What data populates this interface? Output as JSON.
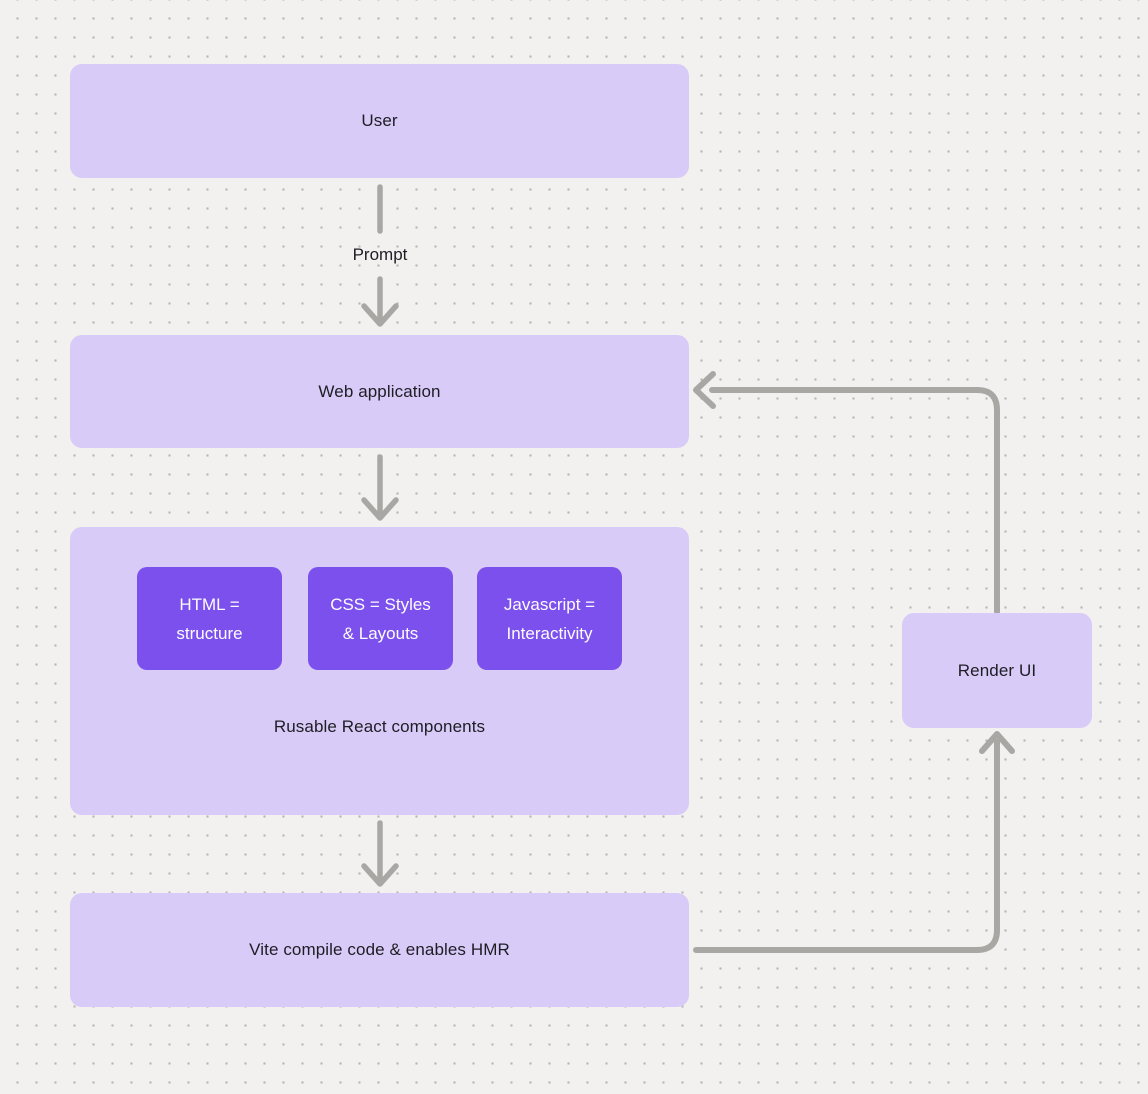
{
  "colors": {
    "background": "#f2f1ef",
    "dot": "#b9b6b3",
    "node_fill": "#d8cbf7",
    "chip_fill": "#7c50ec",
    "arrow": "#a9a7a4",
    "text_dark": "#1e1d24",
    "text_light": "#fdfcff"
  },
  "diagram": {
    "nodes": {
      "user": {
        "label": "User"
      },
      "web_application": {
        "label": "Web application"
      },
      "components_group": {
        "caption": "Rusable React components",
        "children": [
          {
            "id": "html",
            "label": "HTML = structure"
          },
          {
            "id": "css",
            "label": "CSS = Styles & Layouts"
          },
          {
            "id": "javascript",
            "label": "Javascript = Interactivity"
          }
        ]
      },
      "vite": {
        "label": "Vite compile code & enables HMR"
      },
      "render_ui": {
        "label": "Render UI"
      }
    },
    "edges": [
      {
        "from": "user",
        "to": "web_application",
        "label": "Prompt"
      },
      {
        "from": "web_application",
        "to": "components_group",
        "label": ""
      },
      {
        "from": "components_group",
        "to": "vite",
        "label": ""
      },
      {
        "from": "vite",
        "to": "render_ui",
        "label": ""
      },
      {
        "from": "render_ui",
        "to": "web_application",
        "label": ""
      }
    ]
  }
}
